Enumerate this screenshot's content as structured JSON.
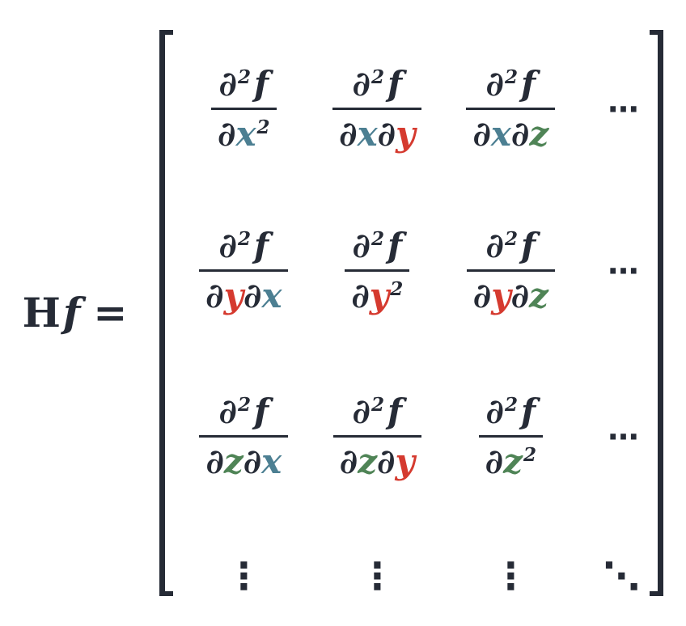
{
  "colors": {
    "ink": "#262b36",
    "x": "#4c7f92",
    "y": "#d53a2f",
    "z": "#4f8456",
    "bg": "#ffffff"
  },
  "lhs": {
    "hessian": "H",
    "function": "f",
    "equals": "="
  },
  "shared": {
    "partial": "∂",
    "sup": "2",
    "f": "f"
  },
  "matrix": {
    "rows": [
      {
        "cells": [
          {
            "den": {
              "p1": "∂",
              "v1": "x",
              "sup": "2"
            }
          },
          {
            "den": {
              "p1": "∂",
              "v1": "x",
              "p2": "∂",
              "v2": "y"
            }
          },
          {
            "den": {
              "p1": "∂",
              "v1": "x",
              "p2": "∂",
              "v2": "z"
            }
          },
          {
            "dots": "⋯"
          }
        ]
      },
      {
        "cells": [
          {
            "den": {
              "p1": "∂",
              "v1": "y",
              "p2": "∂",
              "v2": "x"
            }
          },
          {
            "den": {
              "p1": "∂",
              "v1": "y",
              "sup": "2"
            }
          },
          {
            "den": {
              "p1": "∂",
              "v1": "y",
              "p2": "∂",
              "v2": "z"
            }
          },
          {
            "dots": "⋯"
          }
        ]
      },
      {
        "cells": [
          {
            "den": {
              "p1": "∂",
              "v1": "z",
              "p2": "∂",
              "v2": "x"
            }
          },
          {
            "den": {
              "p1": "∂",
              "v1": "z",
              "p2": "∂",
              "v2": "y"
            }
          },
          {
            "den": {
              "p1": "∂",
              "v1": "z",
              "sup": "2"
            }
          },
          {
            "dots": "⋯"
          }
        ]
      },
      {
        "cells": [
          {
            "dots": "⋮"
          },
          {
            "dots": "⋮"
          },
          {
            "dots": "⋮"
          },
          {
            "dots": "⋱"
          }
        ]
      }
    ]
  }
}
